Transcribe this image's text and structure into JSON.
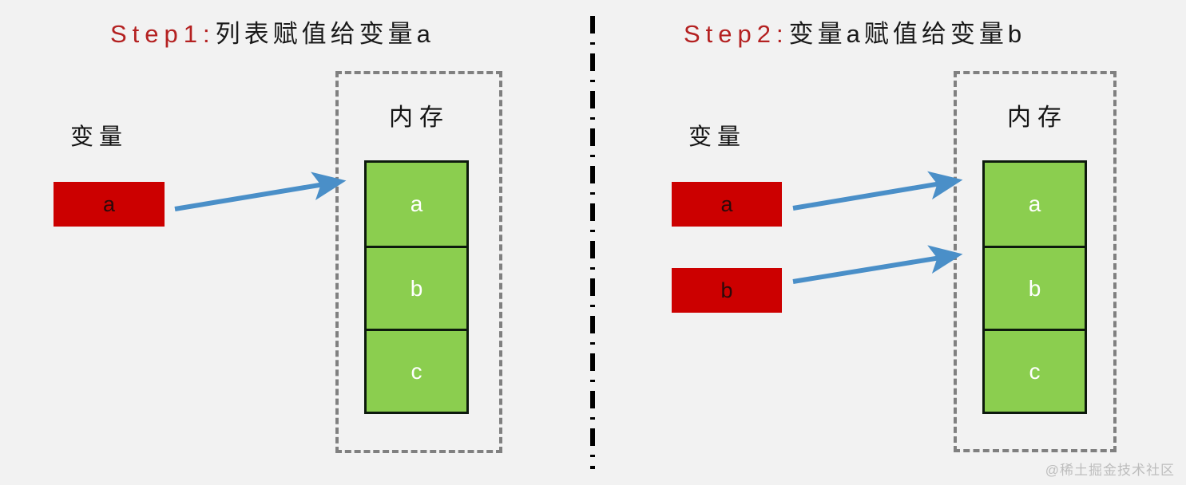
{
  "background_color": "#f2f2f2",
  "panels": [
    {
      "id": "step1",
      "title_step": "Step1:",
      "title_rest": "列表赋值给变量a",
      "variable_label": "变量",
      "variables": [
        {
          "name": "a",
          "color": "#cc0000"
        }
      ],
      "memory": {
        "label": "内存",
        "cells": [
          {
            "value": "a",
            "color": "#8bce4f"
          },
          {
            "value": "b",
            "color": "#8bce4f"
          },
          {
            "value": "c",
            "color": "#8bce4f"
          }
        ]
      },
      "arrows": [
        {
          "from": "variable-a",
          "to": "memory-cell-a",
          "color": "#4a8fc8"
        }
      ]
    },
    {
      "id": "step2",
      "title_step": "Step2:",
      "title_rest": "变量a赋值给变量b",
      "variable_label": "变量",
      "variables": [
        {
          "name": "a",
          "color": "#cc0000"
        },
        {
          "name": "b",
          "color": "#cc0000"
        }
      ],
      "memory": {
        "label": "内存",
        "cells": [
          {
            "value": "a",
            "color": "#8bce4f"
          },
          {
            "value": "b",
            "color": "#8bce4f"
          },
          {
            "value": "c",
            "color": "#8bce4f"
          }
        ]
      },
      "arrows": [
        {
          "from": "variable-a",
          "to": "memory-cell-a",
          "color": "#4a8fc8"
        },
        {
          "from": "variable-b",
          "to": "memory-cell-b",
          "color": "#4a8fc8"
        }
      ]
    }
  ],
  "divider": {
    "style": "dash-dot",
    "color": "#000000"
  },
  "watermark": "@稀土掘金技术社区"
}
